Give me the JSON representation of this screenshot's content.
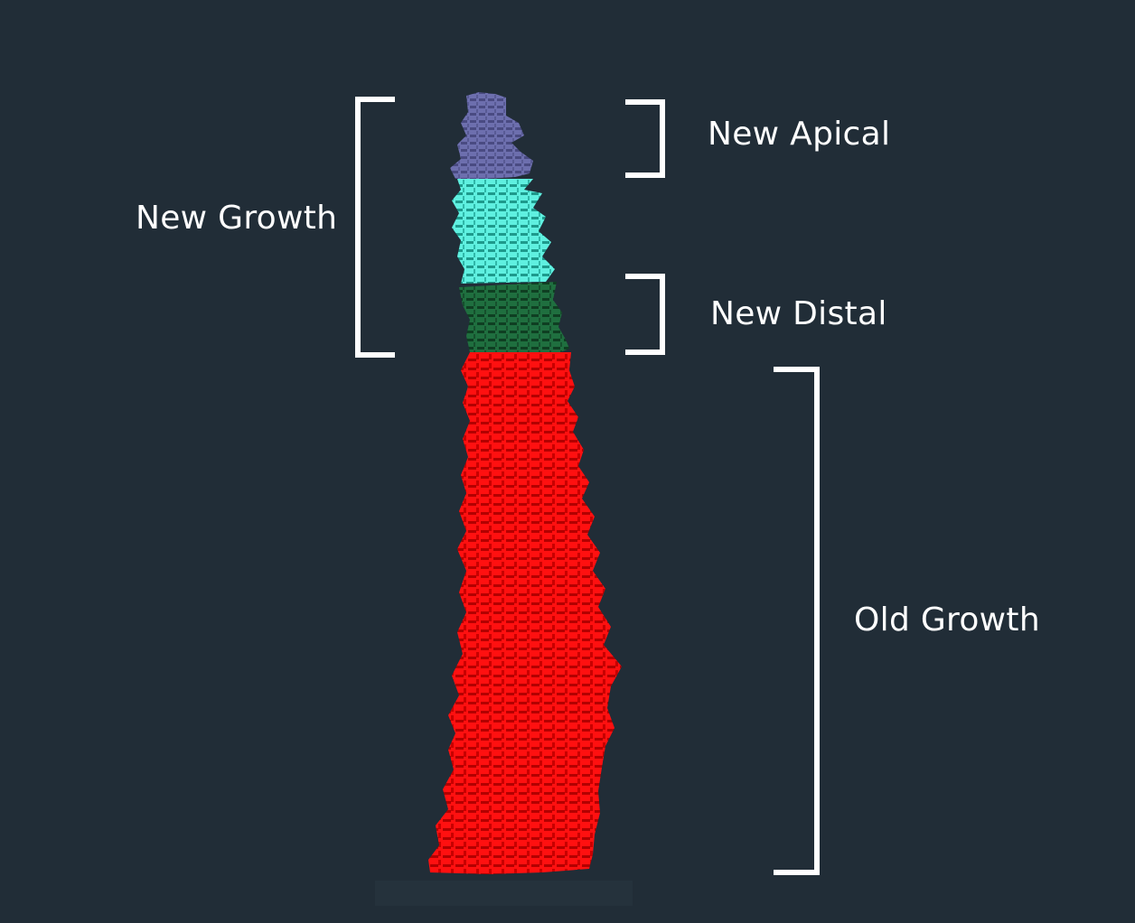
{
  "labels": {
    "new_apical": "New Apical",
    "new_distal": "New Distal",
    "new_growth": "New Growth",
    "old_growth": "Old Growth"
  },
  "colors": {
    "background": "#212d37",
    "bracket": "#ffffff",
    "new_apical_region": "#6a6ba8",
    "middle_region": "#5ee8dc",
    "new_distal_region": "#1f6b3c",
    "old_growth_region": "#ff1a1a"
  }
}
